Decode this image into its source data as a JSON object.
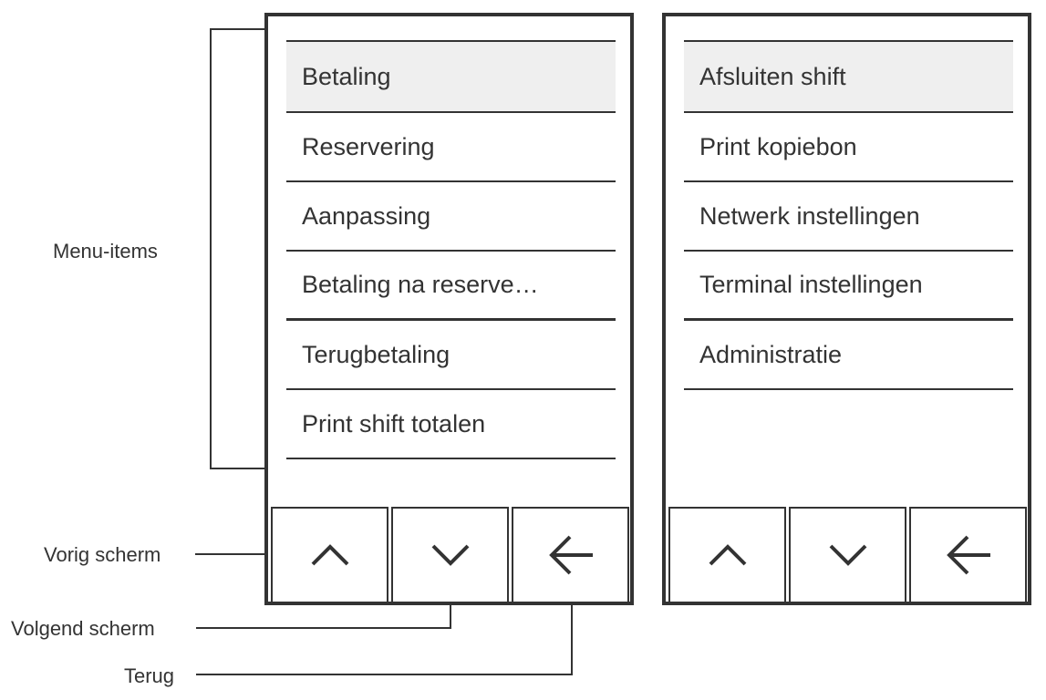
{
  "callouts": {
    "menu_items": "Menu-items",
    "previous_screen": "Vorig scherm",
    "next_screen": "Volgend scherm",
    "back": "Terug"
  },
  "screens": [
    {
      "menu": [
        {
          "label": "Betaling",
          "selected": true
        },
        {
          "label": "Reservering"
        },
        {
          "label": "Aanpassing"
        },
        {
          "label": "Betaling na reserve…"
        },
        {
          "label": "Terugbetaling"
        },
        {
          "label": "Print shift totalen"
        }
      ],
      "nav_buttons": [
        {
          "icon": "chevron-up-icon"
        },
        {
          "icon": "chevron-down-icon"
        },
        {
          "icon": "arrow-left-icon"
        }
      ]
    },
    {
      "menu": [
        {
          "label": "Afsluiten shift",
          "selected": true
        },
        {
          "label": "Print kopiebon"
        },
        {
          "label": "Netwerk instellingen"
        },
        {
          "label": "Terminal instellingen"
        },
        {
          "label": "Administratie"
        }
      ],
      "nav_buttons": [
        {
          "icon": "chevron-up-icon"
        },
        {
          "icon": "chevron-down-icon"
        },
        {
          "icon": "arrow-left-icon"
        }
      ]
    }
  ]
}
